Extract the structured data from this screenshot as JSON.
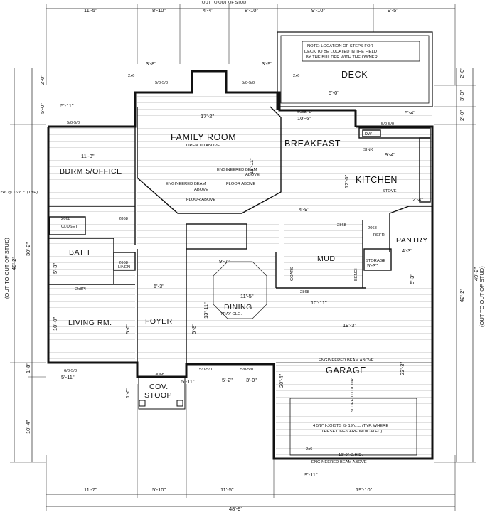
{
  "rooms": {
    "family_room": "FAMILY ROOM",
    "family_room_sub": "OPEN TO ABOVE",
    "breakfast": "BREAKFAST",
    "kitchen": "KITCHEN",
    "bedroom": "BDRM 5/OFFICE",
    "bath": "BATH",
    "living": "LIVING RM.",
    "foyer": "FOYER",
    "dining": "DINING",
    "dining_sub": "TRAY CLG.",
    "mud": "MUD",
    "pantry": "PANTRY",
    "garage": "GARAGE",
    "deck": "DECK",
    "stoop_1": "COV.",
    "stoop_2": "STOOP",
    "closet": "CLOSET",
    "linen": "LINEN",
    "storage": "STORAGE",
    "coats": "COATS",
    "bench": "BENCH",
    "refr": "REFR",
    "stove": "STOVE",
    "sink": "SINK",
    "dw": "DW"
  },
  "labels": {
    "top_header": "(OUT TO OUT OF STUD)",
    "left_side_1": "(OUT TO OUT OF STUD)",
    "right_side_1": "(OUT TO OUT OF STUD)",
    "deck_note_1": "NOTE: LOCATION OF STEPS FOR",
    "deck_note_2": "DECK TO BE LOCATED IN THE FIELD",
    "deck_note_3": "BY THE BUILDER WITH THE OWNER",
    "eng_beam_above": "ENGINEERED BEAM",
    "above": "ABOVE",
    "floor_above": "FLOOR ABOVE",
    "eng_beam_garage": "ENGINEERED BEAM ABOVE",
    "eng_beam_garage_2": "ENGINEERED BEAM ABOVE",
    "joist_note_1": "4 5/8\" I-JOISTS @ 19\"o.c. (TYP. WHERE",
    "joist_note_2": "THESE LINES ARE INDICATED)",
    "slope": "SLOPE TO DOOR",
    "garage_door": "16'-0\" O.H.D.",
    "typ_note": "2x6 @ 16\"o.c. (TYP)",
    "win_2x6": "2x6",
    "win_2x6b": "2x6",
    "win_2x6c": "2x6",
    "win_sliding": "6068FD",
    "window_top_1": "5/0-5/0",
    "window_top_2": "5/0-5/0",
    "window_bed": "5/0-5/0",
    "window_kit": "5/0-5/0",
    "window_front_1": "6/0-5/0",
    "window_front_2": "5/0-5/0",
    "window_front_3": "5/0-5/0",
    "door_2668": "2668",
    "door_2868": "2868",
    "door_2668b": "2668",
    "door_2068": "2068",
    "door_3068": "3068",
    "door_2868b": "2868",
    "door_2068b": "2068",
    "door_2668c": "2668",
    "door_2068_bath": "2x8PH"
  },
  "dims": {
    "top_1": "11'-5\"",
    "top_2": "8'-10\"",
    "top_3": "4'-4\"",
    "top_4": "8'-10\"",
    "top_5": "9'-10\"",
    "top_6": "9'-5\"",
    "bottom_1": "11'-7\"",
    "bottom_2": "5'-10\"",
    "bottom_3": "11'-5\"",
    "bottom_4": "19'-10\"",
    "bottom_total": "48'-9\"",
    "fr_width": "17'-2\"",
    "fr_depth": "16'-11\"",
    "bfast_width": "10'-6\"",
    "bfast_5": "5'-0\"",
    "kit_12": "12'-0\"",
    "kit_94": "9'-4\"",
    "bed_width": "11'-3\"",
    "bed_511": "5'-11\"",
    "bath_53": "5'-3\"",
    "dining_97": "9'-7\"",
    "dining_115": "11'-5\"",
    "dining_1311": "13'-11\"",
    "garage_19": "19'-3\"",
    "garage_23": "23'-3\"",
    "garage_911": "9'-11\"",
    "mud_1011": "10'-11\"",
    "left_total": "48'-2\"",
    "left_30": "30'-2\"",
    "left_10": "10'-4\"",
    "left_18": "1'-8\"",
    "right_total": "49'-2\"",
    "right_42": "42'-2\"",
    "right_20": "2'-0\"",
    "right_30": "3'-0\"",
    "right_20b": "2'-0\"",
    "deck_50": "5'-0\"",
    "deck_20": "2'-0\"",
    "stoop_10": "1'-0\"",
    "foyer_53": "5'-3\"",
    "foyer_58": "5'-8\"",
    "living_10": "10'-0\"",
    "living_50": "5'-0\"",
    "mud_53": "5'-3\"",
    "pantry_43": "4'-3\"",
    "storage_53": "5'-3\"",
    "stoop_511": "5'-11\"",
    "stoop_511b": "5'-11\"",
    "stoop_52": "5'-2\"",
    "stoop_30": "3'-0\"",
    "fr_38": "3'-8\"",
    "fr_39": "3'-9\"",
    "kit_54": "5'-4\"",
    "kit_24": "2'-4\"",
    "bfast_93": "4'-9\"",
    "garage_20": "20'-4\""
  }
}
